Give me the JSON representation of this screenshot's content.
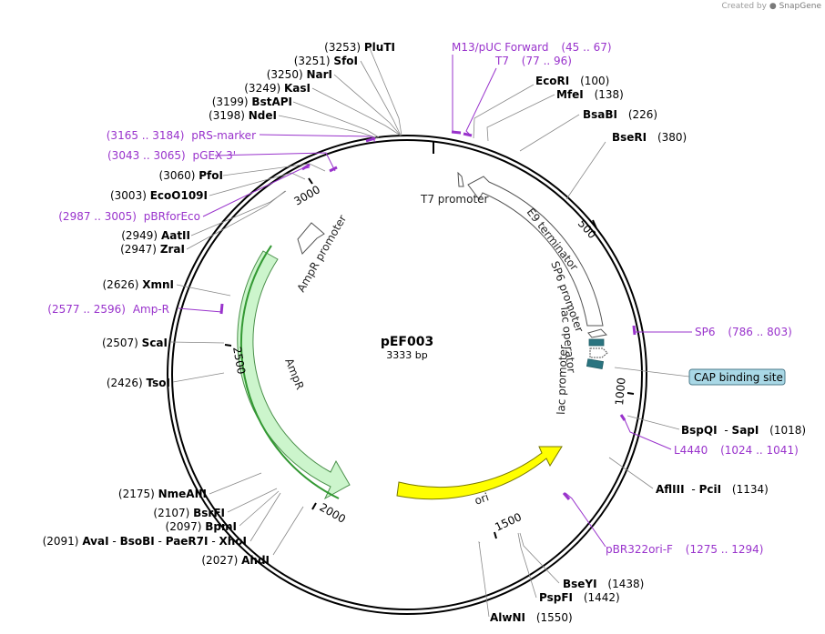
{
  "credit": {
    "prefix": "Created by",
    "brand": "SnapGene"
  },
  "plasmid": {
    "name": "pEF003",
    "length_label": "3333 bp",
    "length": 3333
  },
  "ticks": [
    {
      "label": "500",
      "bp": 500
    },
    {
      "label": "1000",
      "bp": 1000
    },
    {
      "label": "1500",
      "bp": 1500
    },
    {
      "label": "2000",
      "bp": 2000
    },
    {
      "label": "2500",
      "bp": 2500
    },
    {
      "label": "3000",
      "bp": 3000
    }
  ],
  "enzymes_left": [
    {
      "pos": "(3253)",
      "name": "PluTI",
      "bp": 3253
    },
    {
      "pos": "(3251)",
      "name": "SfoI",
      "bp": 3251
    },
    {
      "pos": "(3250)",
      "name": "NarI",
      "bp": 3250
    },
    {
      "pos": "(3249)",
      "name": "KasI",
      "bp": 3249
    },
    {
      "pos": "(3199)",
      "name": "BstAPI",
      "bp": 3199
    },
    {
      "pos": "(3198)",
      "name": "NdeI",
      "bp": 3198
    },
    {
      "pos": "(3060)",
      "name": "PfoI",
      "bp": 3060
    },
    {
      "pos": "(3003)",
      "name": "EcoO109I",
      "bp": 3003
    },
    {
      "pos": "(2949)",
      "name": "AatII",
      "bp": 2949
    },
    {
      "pos": "(2947)",
      "name": "ZraI",
      "bp": 2947
    },
    {
      "pos": "(2626)",
      "name": "XmnI",
      "bp": 2626
    },
    {
      "pos": "(2507)",
      "name": "ScaI",
      "bp": 2507
    },
    {
      "pos": "(2426)",
      "name": "TsoI",
      "bp": 2426
    },
    {
      "pos": "(2175)",
      "name": "NmeAIII",
      "bp": 2175
    },
    {
      "pos": "(2107)",
      "name": "BsrFI",
      "bp": 2107
    },
    {
      "pos": "(2097)",
      "name": "BpmI",
      "bp": 2097
    },
    {
      "pos": "(2027)",
      "name": "AhdI",
      "bp": 2027
    }
  ],
  "enzymes_right": [
    {
      "name": "EcoRI",
      "pos": "(100)",
      "bp": 100
    },
    {
      "name": "MfeI",
      "pos": "(138)",
      "bp": 138
    },
    {
      "name": "BsaBI",
      "pos": "(226)",
      "bp": 226
    },
    {
      "name": "BseRI",
      "pos": "(380)",
      "bp": 380
    },
    {
      "name": "BspQI",
      "name2": "SapI",
      "pos": "(1018)",
      "bp": 1018
    },
    {
      "name": "AflIII",
      "name2": "PciI",
      "pos": "(1134)",
      "bp": 1134
    },
    {
      "name": "BseYI",
      "pos": "(1438)",
      "bp": 1438
    },
    {
      "name": "PspFI",
      "pos": "(1442)",
      "bp": 1442
    },
    {
      "name": "AlwNI",
      "pos": "(1550)",
      "bp": 1550
    }
  ],
  "enzyme_group_2091": {
    "pos": "(2091)",
    "names": [
      "AvaI",
      "BsoBI",
      "PaeR7I",
      "XhoI"
    ],
    "sep": "-",
    "bp": 2091
  },
  "primers": [
    {
      "name": "M13/pUC Forward",
      "range": "(45 .. 67)",
      "bp": 56
    },
    {
      "name": "T7",
      "range": "(77 .. 96)",
      "bp": 86
    },
    {
      "name": "SP6",
      "range": "(786 .. 803)",
      "bp": 794
    },
    {
      "name": "L4440",
      "range": "(1024 .. 1041)",
      "bp": 1032
    },
    {
      "name": "pBR322ori-F",
      "range": "(1275 .. 1294)",
      "bp": 1284
    },
    {
      "name": "Amp-R",
      "range": "(2577 .. 2596)",
      "bp": 2586
    },
    {
      "name": "pBRforEco",
      "range": "(2987 .. 3005)",
      "bp": 2996
    },
    {
      "name": "pGEX 3'",
      "range": "(3043 .. 3065)",
      "bp": 3054
    },
    {
      "name": "pRS-marker",
      "range": "(3165 .. 3184)",
      "bp": 3174
    }
  ],
  "features": {
    "t7_promoter": "T7 promoter",
    "e9_terminator": "E9 terminator",
    "sp6_promoter": "SP6 promoter",
    "lac_operator": "lac operator",
    "lac_promoter": "lac promoter",
    "cap_site": "CAP binding site",
    "ampr_promoter": "AmpR promoter",
    "ampr": "AmpR",
    "ori": "ori"
  },
  "colors": {
    "primer": "#9933cc",
    "ampr_fill": "#ccf5cc",
    "ori_fill": "#ffff00",
    "lac_fill": "#2a7480",
    "cap_fill": "#a9d8e6"
  }
}
